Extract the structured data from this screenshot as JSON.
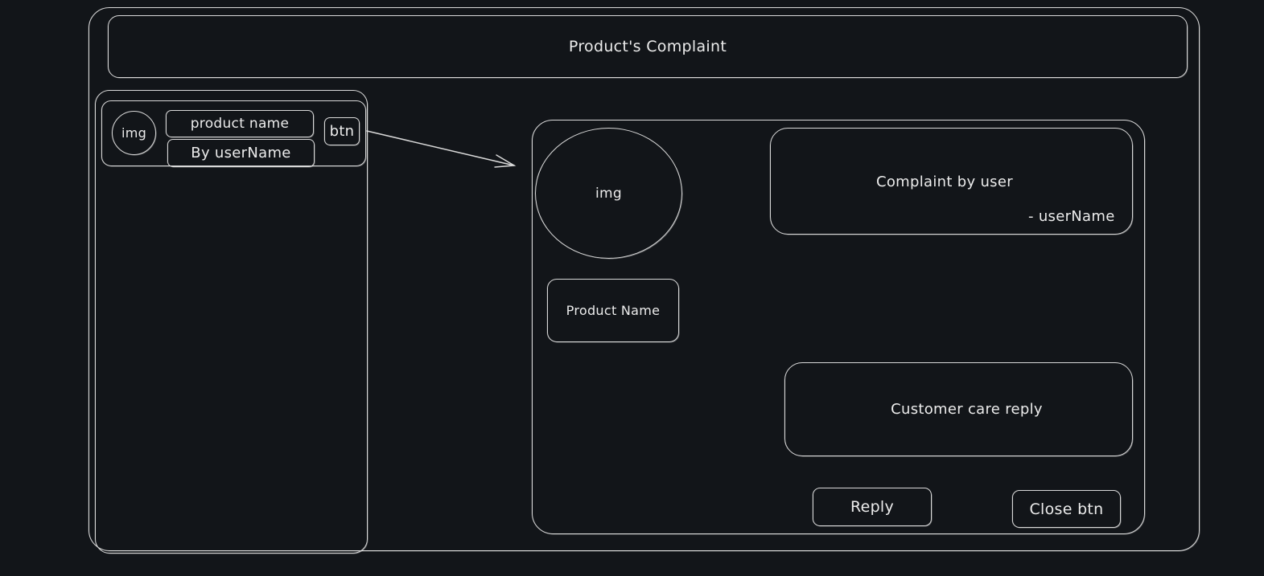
{
  "header": {
    "title": "Product's Complaint"
  },
  "complaint_list": {
    "items": [
      {
        "img_label": "img",
        "product_name": "product name",
        "author": "By userName",
        "button_label": "btn"
      }
    ]
  },
  "detail": {
    "img_label": "img",
    "product_name": "Product Name",
    "complaint_text": "Complaint by user",
    "complaint_author": "- userName",
    "reply_text": "Customer care reply",
    "reply_button": "Reply",
    "close_button": "Close btn"
  }
}
